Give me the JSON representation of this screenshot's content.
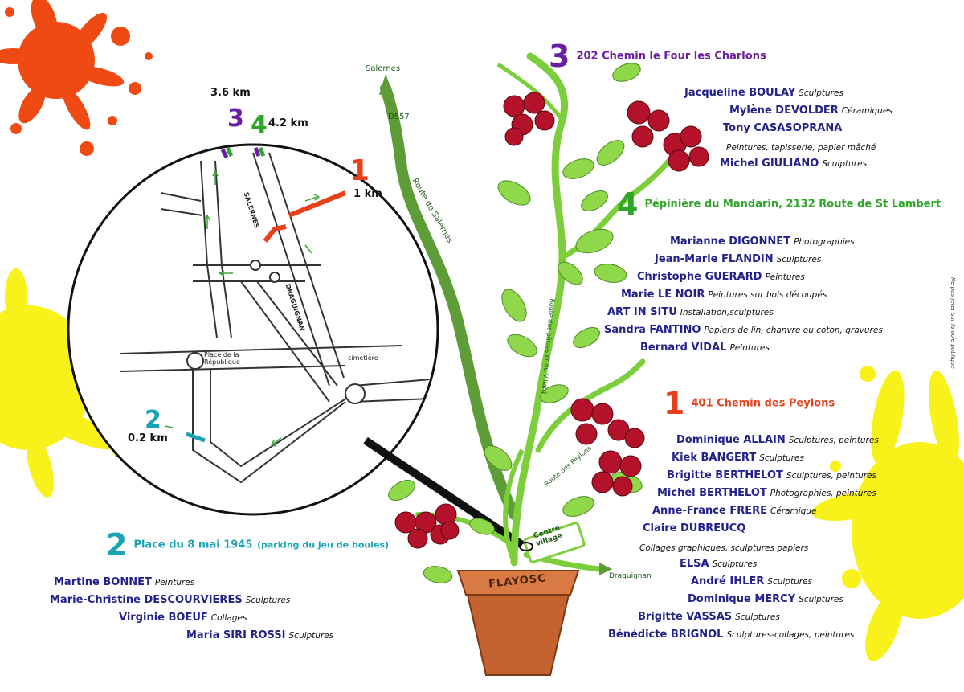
{
  "colors": {
    "loc1": "#e8401a",
    "loc2": "#1aa3b5",
    "loc3": "#6a1fa0",
    "loc4": "#2fa52a",
    "artist_name": "#22228a",
    "splash_red": "#ef4a14",
    "splash_yellow": "#f8f21a",
    "stem": "#7ccf3a",
    "cherry": "#b3122a"
  },
  "locations": [
    {
      "num": "3",
      "text": "202 Chemin le Four les Charlons"
    },
    {
      "num": "4",
      "text": "Pépinière du Mandarin, 2132 Route de St Lambert"
    },
    {
      "num": "1",
      "text": "401 Chemin des Peylons"
    },
    {
      "num": "2",
      "text": "Place du 8 mai 1945",
      "note": "(parking du jeu de boules)"
    }
  ],
  "artists_3": [
    {
      "name": "Jacqueline BOULAY",
      "medium": "Sculptures"
    },
    {
      "name": "Mylène DEVOLDER",
      "medium": "Céramiques"
    },
    {
      "name": "Tony CASASOPRANA",
      "medium": ""
    },
    {
      "name": "",
      "medium": "Peintures, tapisserie, papier mâché"
    },
    {
      "name": "Michel GIULIANO",
      "medium": "Sculptures"
    }
  ],
  "artists_4": [
    {
      "name": "Marianne DIGONNET",
      "medium": "Photographies"
    },
    {
      "name": "Jean-Marie FLANDIN",
      "medium": "Sculptures"
    },
    {
      "name": "Christophe GUERARD",
      "medium": "Peintures"
    },
    {
      "name": "Marie LE NOIR",
      "medium": "Peintures sur bois découpés"
    },
    {
      "name": "ART IN SITU",
      "medium": "Installation,sculptures"
    },
    {
      "name": "Sandra FANTINO",
      "medium": "Papiers de lin, chanvre ou coton, gravures"
    },
    {
      "name": "Bernard VIDAL",
      "medium": "Peintures"
    }
  ],
  "artists_1": [
    {
      "name": "Dominique ALLAIN",
      "medium": "Sculptures, peintures"
    },
    {
      "name": "Kiek BANGERT",
      "medium": "Sculptures"
    },
    {
      "name": "Brigitte BERTHELOT",
      "medium": "Sculptures, peintures"
    },
    {
      "name": "Michel BERTHELOT",
      "medium": "Photographies, peintures"
    },
    {
      "name": "Anne-France FRERE",
      "medium": "Céramique"
    },
    {
      "name": "Claire DUBREUCQ",
      "medium": ""
    },
    {
      "name": "",
      "medium": "Collages graphiques, sculptures papiers"
    },
    {
      "name": "ELSA",
      "medium": "Sculptures"
    },
    {
      "name": "André IHLER",
      "medium": "Sculptures"
    },
    {
      "name": "Dominique MERCY",
      "medium": "Sculptures"
    },
    {
      "name": "Brigitte VASSAS",
      "medium": "Sculptures"
    },
    {
      "name": "Bénédicte BRIGNOL",
      "medium": "Sculptures-collages, peintures"
    }
  ],
  "artists_2": [
    {
      "name": "Martine BONNET",
      "medium": "Peintures"
    },
    {
      "name": "Marie-Christine DESCOURVIERES",
      "medium": "Sculptures"
    },
    {
      "name": "Virginie BOEUF",
      "medium": "Collages"
    },
    {
      "name": "Maria SIRI ROSSI",
      "medium": "Sculptures"
    }
  ],
  "inset_map": {
    "dist_3": "3.6 km",
    "dist_4": "4.2 km",
    "dist_1": "1 km",
    "dist_2": "0.2 km",
    "num_3": "3",
    "num_4": "4",
    "num_1": "1",
    "num_2": "2",
    "place_republique": "Place de la République",
    "cimetiere": "cimetière",
    "road_salernes": "SALERNES",
    "road_draguignan": "DRAGUIGNAN"
  },
  "plant": {
    "salernes": "Salernes",
    "d557": "D557",
    "route_salernes": "Route de Salernes",
    "route_peirres": "Route des pâtres et du Villard",
    "route_peylons": "Route des Peylons",
    "centre_village": "Centre village",
    "draguignan": "Draguignan",
    "pot_label": "FLAYOSC"
  },
  "side_note": "Ne pas jeter sur la voie publique"
}
